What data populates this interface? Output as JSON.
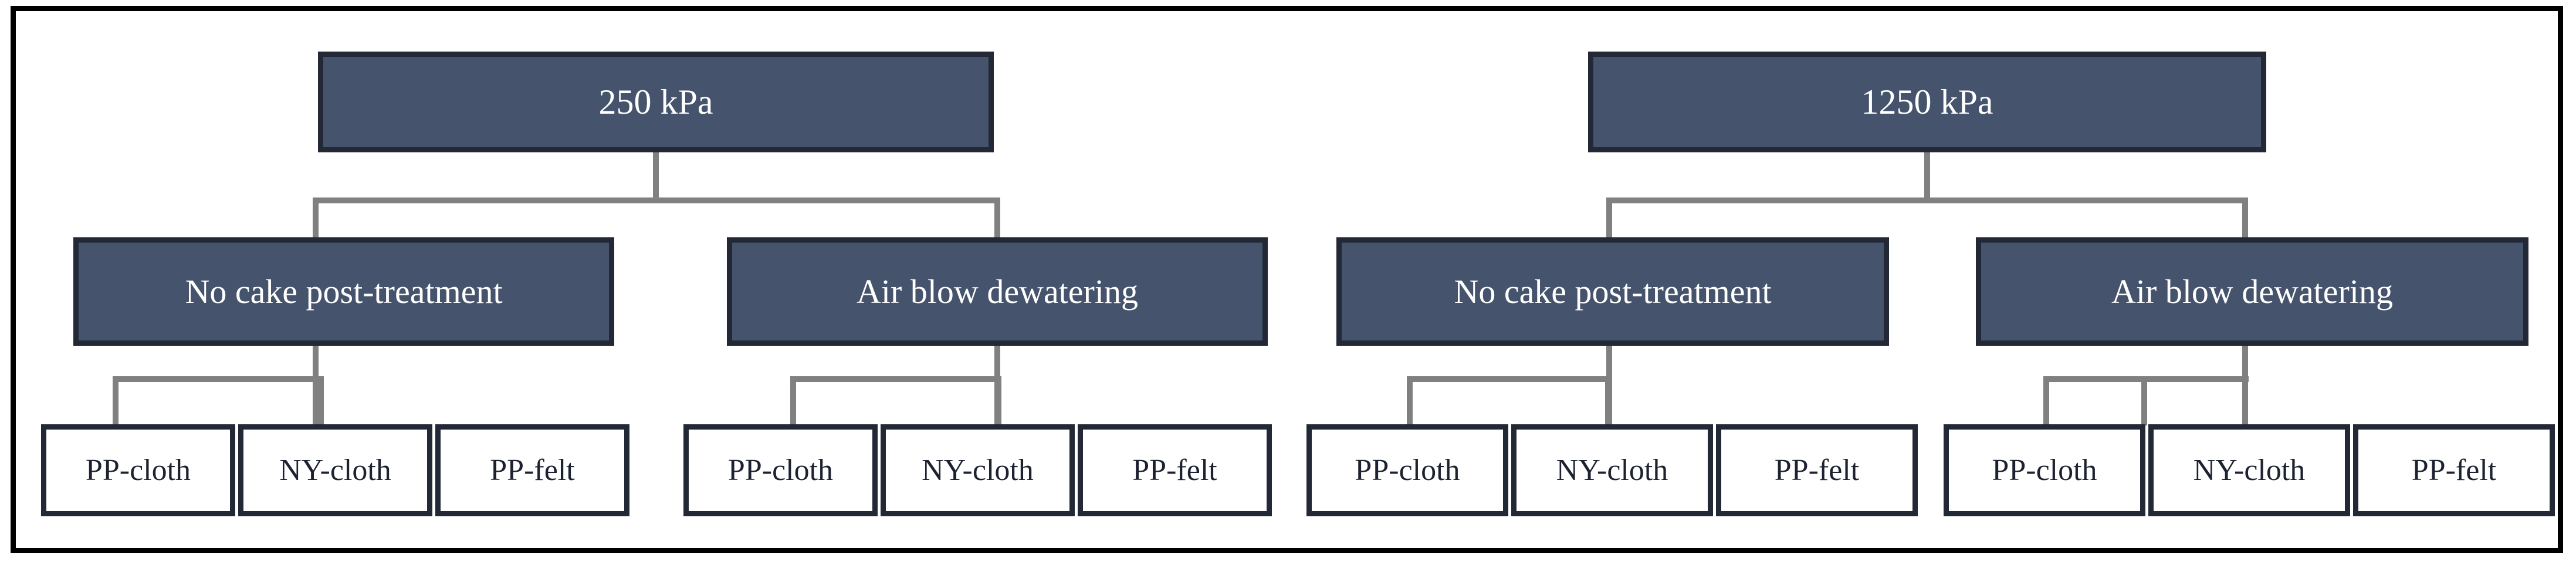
{
  "diagram": {
    "type": "tree",
    "title": "",
    "colors": {
      "node_fill_dark": "#45536C",
      "node_border": "#222835",
      "node_fill_leaf": "#FFFFFF",
      "leaf_text": "#1C2230",
      "dark_text": "#FFFFFF",
      "connector": "#808080",
      "outer_frame": "#000000",
      "background": "#FFFFFF"
    },
    "branches": [
      {
        "id": "branch-250",
        "root": {
          "label": "250 kPa"
        },
        "children": [
          {
            "id": "no-cake-post-treatment-250",
            "label": "No cake post-treatment",
            "leaves": [
              {
                "label": "PP-cloth"
              },
              {
                "label": "NY-cloth"
              },
              {
                "label": "PP-felt"
              }
            ]
          },
          {
            "id": "air-blow-dewatering-250",
            "label": "Air blow dewatering",
            "leaves": [
              {
                "label": "PP-cloth"
              },
              {
                "label": "NY-cloth"
              },
              {
                "label": "PP-felt"
              }
            ]
          }
        ]
      },
      {
        "id": "branch-1250",
        "root": {
          "label": "1250 kPa"
        },
        "children": [
          {
            "id": "no-cake-post-treatment-1250",
            "label": "No cake post-treatment",
            "leaves": [
              {
                "label": "PP-cloth"
              },
              {
                "label": "NY-cloth"
              },
              {
                "label": "PP-felt"
              }
            ]
          },
          {
            "id": "air-blow-dewatering-1250",
            "label": "Air blow dewatering",
            "leaves": [
              {
                "label": "PP-cloth"
              },
              {
                "label": "NY-cloth"
              },
              {
                "label": "PP-felt"
              }
            ]
          }
        ]
      }
    ]
  }
}
